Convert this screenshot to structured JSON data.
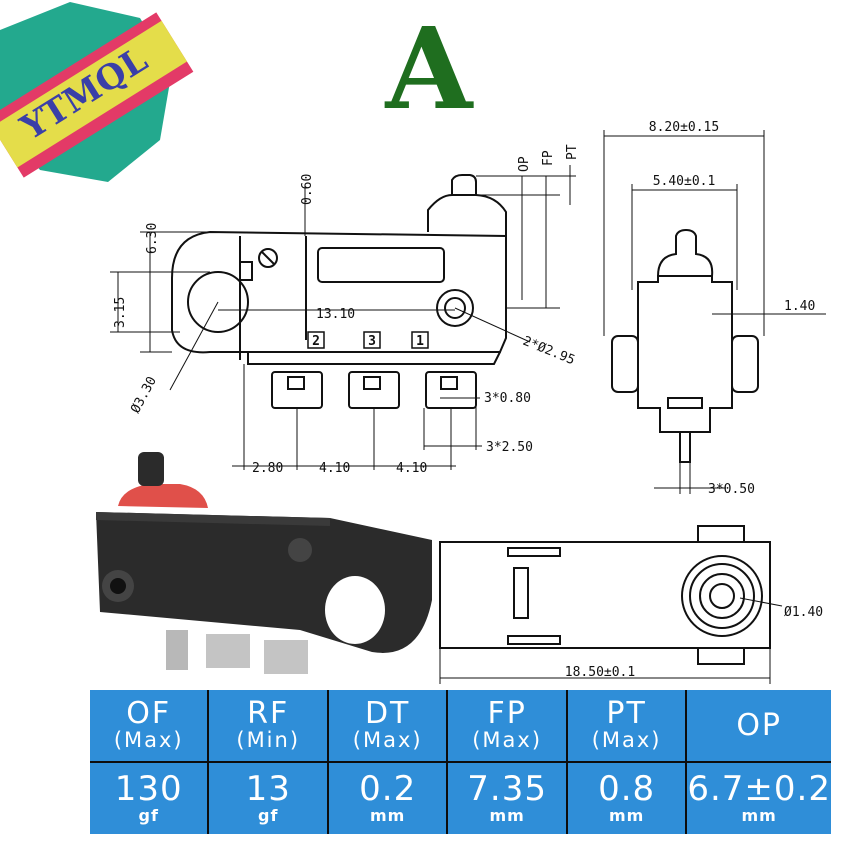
{
  "logo": {
    "text": "YTMQL"
  },
  "model_letter": "A",
  "dimensions": {
    "width_top": "8.20±0.15",
    "width_inner": "5.40±0.1",
    "height_6_30": "6.30",
    "gap_0_60": "0.60",
    "op": "OP",
    "fp": "FP",
    "pt": "PT",
    "v_3_15": "3.15",
    "l_13_10": "13.10",
    "hole_2x": "2*Ø2.95",
    "hole_3_30": "Ø3.30",
    "side_1_40": "1.40",
    "term_3x0_80": "3*0.80",
    "term_3x2_50": "3*2.50",
    "pitch_2_80": "2.80",
    "pitch_4_10a": "4.10",
    "pitch_4_10b": "4.10",
    "lead_3x0_50": "3*0.50",
    "plunger_dia": "Ø1.40",
    "length_18_50": "18.50±0.1",
    "terminals": [
      "2",
      "3",
      "1"
    ]
  },
  "spec_table": {
    "headers": [
      {
        "main": "OF",
        "sub": "(Max)"
      },
      {
        "main": "RF",
        "sub": "(Min)"
      },
      {
        "main": "DT",
        "sub": "(Max)"
      },
      {
        "main": "FP",
        "sub": "(Max)"
      },
      {
        "main": "PT",
        "sub": "(Max)"
      },
      {
        "main": "OP",
        "sub": ""
      }
    ],
    "values": [
      {
        "value": "130",
        "unit": "gf"
      },
      {
        "value": "13",
        "unit": "gf"
      },
      {
        "value": "0.2",
        "unit": "mm"
      },
      {
        "value": "7.35",
        "unit": "mm"
      },
      {
        "value": "0.8",
        "unit": "mm"
      },
      {
        "value": "6.7±0.2",
        "unit": "mm"
      }
    ]
  },
  "colors": {
    "table_blue": "#2f8ed8",
    "letter_green": "#1f6e1f",
    "plunger_red": "#e0504a"
  }
}
